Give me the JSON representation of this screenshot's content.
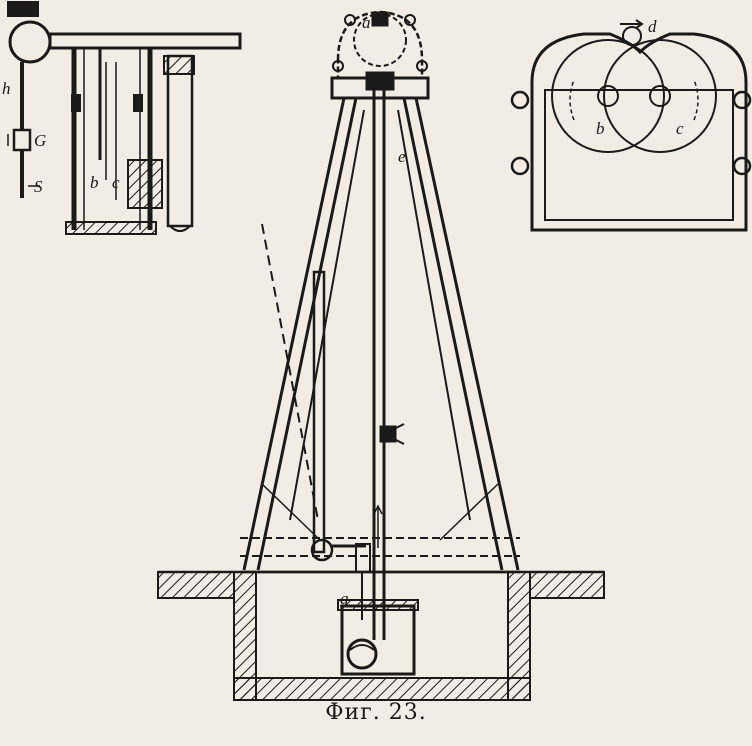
{
  "labels": {
    "h": "h",
    "G": "G",
    "S": "S",
    "b_inset": "b",
    "c_inset": "c",
    "a": "a",
    "d": "d",
    "b_pulley": "b",
    "c_pulley": "c",
    "e": "e",
    "g": "g"
  },
  "caption": "Фиг. 23."
}
